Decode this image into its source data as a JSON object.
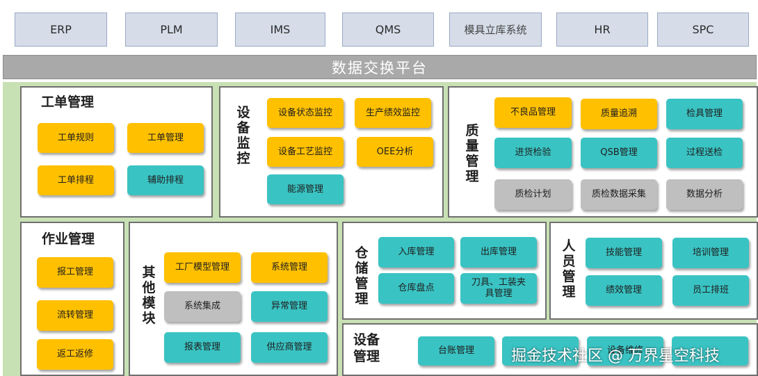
{
  "systems": [
    "ERP",
    "PLM",
    "IMS",
    "QMS",
    "模具立库系统",
    "HR",
    "SPC"
  ],
  "platform": "数据交换平台",
  "work_order": {
    "title": "工单管理",
    "items": [
      "工单规则",
      "工单管理",
      "工单排程",
      "辅助排程"
    ]
  },
  "equipment_monitor": {
    "title": "设备监控",
    "items": [
      "设备状态监控",
      "生产绩效监控",
      "设备工艺监控",
      "OEE分析",
      "能源管理"
    ]
  },
  "quality": {
    "title": "质量管理",
    "items": [
      "不良品管理",
      "质量追溯",
      "检具管理",
      "进货检验",
      "QSB管理",
      "过程送检",
      "质检计划",
      "质检数据采集",
      "数据分析"
    ]
  },
  "operation": {
    "title": "作业管理",
    "items": [
      "报工管理",
      "流转管理",
      "返工返修"
    ]
  },
  "other": {
    "title": "其他模块",
    "items": [
      "工厂模型管理",
      "系统管理",
      "系统集成",
      "异常管理",
      "报表管理",
      "供应商管理"
    ]
  },
  "warehouse": {
    "title": "仓储管理",
    "items": [
      "入库管理",
      "出库管理",
      "仓库盘点",
      "刀具、工装夹具管理"
    ]
  },
  "personnel": {
    "title": "人员管理",
    "items": [
      "技能管理",
      "培训管理",
      "绩效管理",
      "员工排班"
    ]
  },
  "device": {
    "title": "设备管理",
    "items": [
      "台账管理",
      "",
      "设备维修",
      ""
    ]
  },
  "watermark": "掘金技术社区 @ 万界星空科技",
  "colors": {
    "yellow": "#ffc000",
    "teal": "#3ac3c3",
    "gray": "#bfbfbf",
    "green_background": "#c8e1b4",
    "platform_bar": "#a9a9a9",
    "system_box": "#d6dde9"
  }
}
